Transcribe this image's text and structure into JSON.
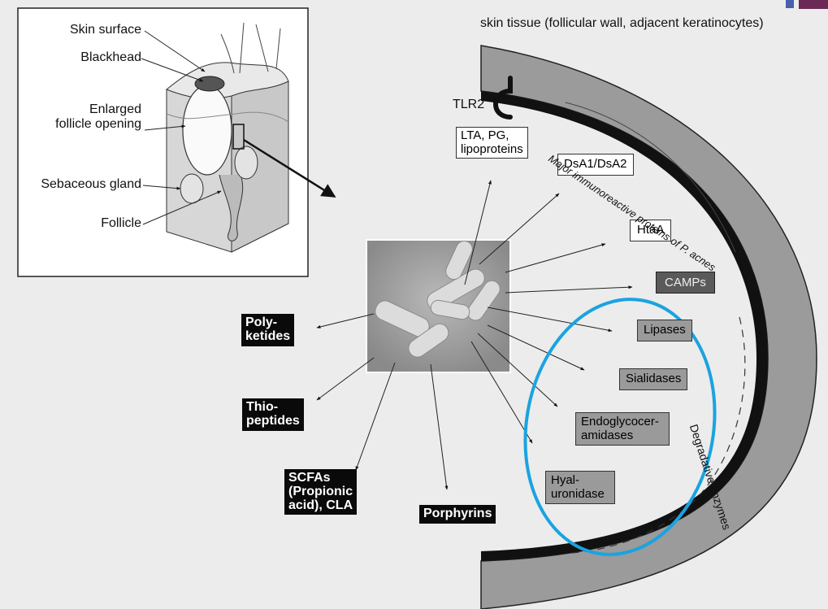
{
  "header": {
    "skin_tissue_label": "skin tissue (follicular wall, adjacent keratinocytes)"
  },
  "inset": {
    "labels": {
      "skin_surface": "Skin surface",
      "blackhead": "Blackhead",
      "enlarged_follicle": "Enlarged\nfollicle opening",
      "sebaceous_gland": "Sebaceous gland",
      "follicle": "Follicle"
    }
  },
  "receptor": {
    "tlr2": "TLR2"
  },
  "immunoreactive": {
    "arc_label": "Major immunoreactive proteins of P. acnes",
    "boxes": {
      "lta": "LTA, PG,\nlipoproteins",
      "dsa": "DsA1/DsA2",
      "htaa": "HtaA",
      "camps": "CAMPs"
    }
  },
  "degradative": {
    "arc_label": "Degradative enzymes",
    "boxes": {
      "lipases": "Lipases",
      "sialidases": "Sialidases",
      "endoglyco": "Endoglycocer-\namidases",
      "hyal": "Hyal-\nuronidase"
    }
  },
  "secreted": {
    "polyketides": "Poly-\nketides",
    "thiopeptides": "Thio-\npeptides",
    "scfas": "SCFAs\n(Propionic\nacid), CLA",
    "porphyrins": "Porphyrins"
  },
  "colors": {
    "highlight": "#1aa3e0",
    "wall_gray": "#9b9b9b",
    "wall_black": "#111111"
  },
  "icons": {
    "bacteria": "bacteria-micrograph",
    "skin": "skin-cross-section"
  }
}
